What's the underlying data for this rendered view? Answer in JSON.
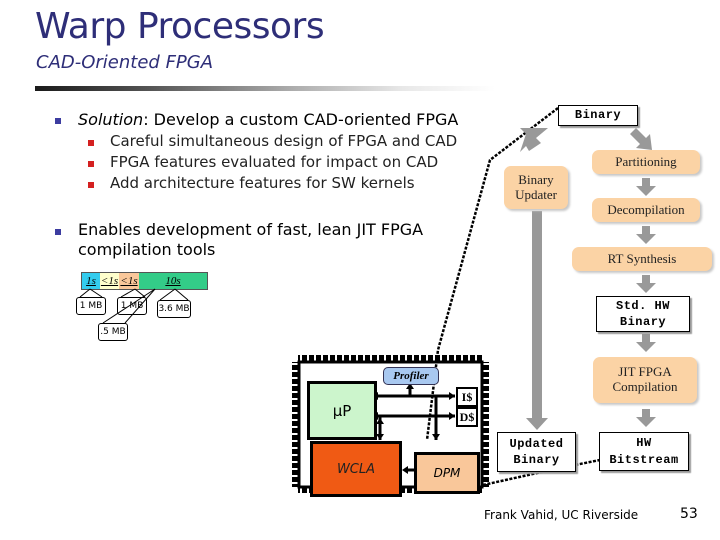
{
  "slide": {
    "title": "Warp Processors",
    "subtitle": "CAD-Oriented FPGA",
    "footer": "Frank Vahid, UC Riverside",
    "page_number": "53"
  },
  "bullets": [
    {
      "label_emph": "Solution",
      "label_rest": ": Develop a custom CAD-oriented FPGA",
      "sub": [
        "Careful simultaneous design of FPGA and CAD",
        "FPGA features evaluated for impact on CAD",
        "Add architecture features for SW kernels"
      ]
    },
    {
      "line1": "Enables development of fast, lean JIT FPGA",
      "line2": "compilation tools"
    }
  ],
  "timing_bar": {
    "cells": [
      {
        "label": "1s",
        "color": "#33ccee"
      },
      {
        "label": "<1s",
        "color": "#ffffcc"
      },
      {
        "label": "<1s",
        "color": "#f9c79a"
      },
      {
        "label": "10s",
        "color": "#33cc88"
      }
    ],
    "memory": [
      "1 MB",
      ".5 MB",
      "1 MB",
      "3.6 MB"
    ]
  },
  "flow": {
    "binary": "Binary",
    "binary_updater": [
      "Binary",
      "Updater"
    ],
    "partitioning": "Partitioning",
    "decompilation": "Decompilation",
    "rt_synthesis": "RT Synthesis",
    "std_hw_binary": [
      "Std. HW",
      "Binary"
    ],
    "jit_fpga_compilation": [
      "JIT FPGA",
      "Compilation"
    ],
    "updated_binary": [
      "Updated",
      "Binary"
    ],
    "hw_bitstream": [
      "HW",
      "Bitstream"
    ]
  },
  "chip": {
    "profiler": "Profiler",
    "up": "µP",
    "icache": "I$",
    "dcache": "D$",
    "wcla": "WCLA",
    "dpm": "DPM",
    "colors": {
      "up": "#ccf5cc",
      "wcla": "#f05a14",
      "dpm": "#f9c79a",
      "profiler": "#a8c8f0"
    }
  }
}
